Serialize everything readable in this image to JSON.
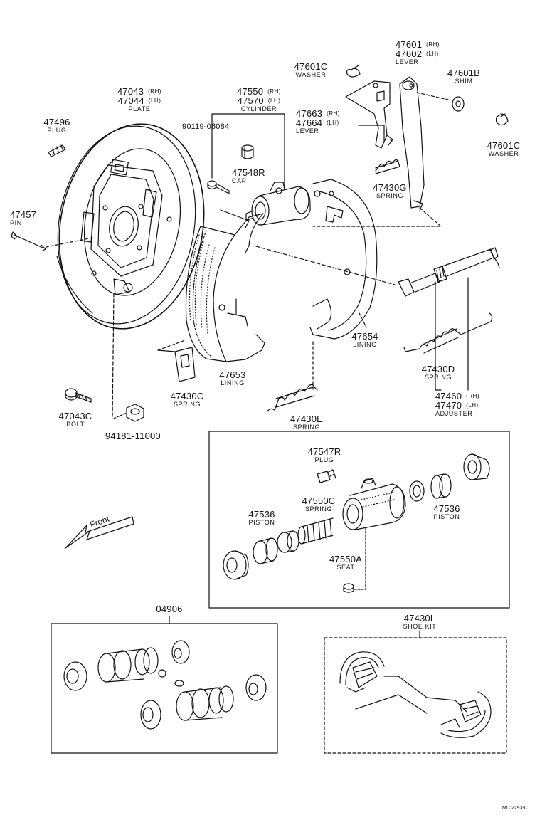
{
  "parts": {
    "plate": {
      "number_rh": "47043",
      "variant_rh": "(RH)",
      "number_lh": "47044",
      "variant_lh": "(LH)",
      "name": "PLATE"
    },
    "plug_47496": {
      "number": "47496",
      "name": "PLUG"
    },
    "pin": {
      "number": "47457",
      "name": "PIN"
    },
    "bolt": {
      "number": "47043C",
      "name": "BOLT"
    },
    "nut": {
      "number": "94181-11000"
    },
    "cylinder": {
      "number_rh": "47550",
      "variant_rh": "(RH)",
      "number_lh": "47570",
      "variant_lh": "(LH)",
      "name": "CYLINDER"
    },
    "screw": {
      "number": "90119-06084"
    },
    "cap": {
      "number": "47548R",
      "name": "CAP"
    },
    "washer_top": {
      "number": "47601C",
      "name": "WASHER"
    },
    "lever_main": {
      "number_rh": "47601",
      "variant_rh": "(RH)",
      "number_lh": "47602",
      "variant_lh": "(LH)",
      "name": "LEVER"
    },
    "shim": {
      "number": "47601B",
      "name": "SHIM"
    },
    "lever_sub": {
      "number_rh": "47663",
      "variant_rh": "(RH)",
      "number_lh": "47664",
      "variant_lh": "(LH)",
      "name": "LEVER"
    },
    "washer_right": {
      "number": "47601C",
      "name": "WASHER"
    },
    "spring_g": {
      "number": "47430G",
      "name": "SPRING"
    },
    "lining_654": {
      "number": "47654",
      "name": "LINING"
    },
    "lining_653": {
      "number": "47653",
      "name": "LINING"
    },
    "spring_c": {
      "number": "47430C",
      "name": "SPRING"
    },
    "spring_e": {
      "number": "47430E",
      "name": "SPRING"
    },
    "spring_d": {
      "number": "47430D",
      "name": "SPRING"
    },
    "adjuster": {
      "number_rh": "47460",
      "variant_rh": "(RH)",
      "number_lh": "47470",
      "variant_lh": "(LH)",
      "name": "ADJUSTER"
    },
    "plug_47547": {
      "number": "47547R",
      "name": "PLUG"
    },
    "piston_left": {
      "number": "47536",
      "name": "PISTON"
    },
    "piston_right": {
      "number": "47536",
      "name": "PISTON"
    },
    "spring_550c": {
      "number": "47550C",
      "name": "SPRING"
    },
    "seat": {
      "number": "47550A",
      "name": "SEAT"
    },
    "kit": {
      "number": "04906"
    },
    "shoe_kit": {
      "number": "47430L",
      "name": "SHOE KIT"
    }
  },
  "front_label": "Front",
  "drawing_ref": "MC 2293-C",
  "colors": {
    "line": "#111111",
    "background": "#ffffff"
  }
}
